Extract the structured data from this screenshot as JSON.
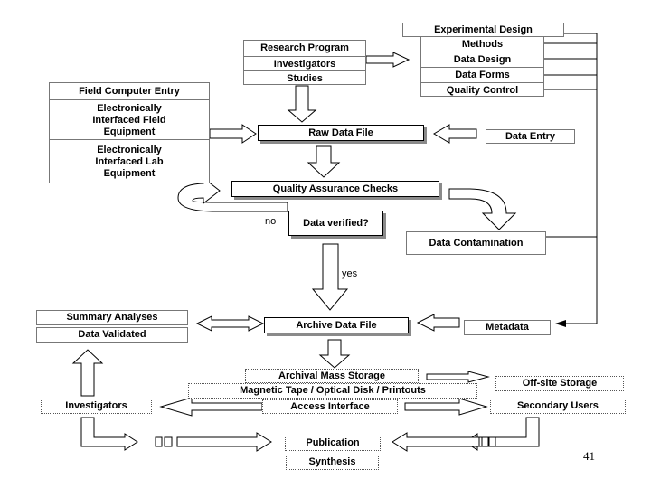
{
  "research": {
    "program": "Research Program",
    "investigators": "Investigators",
    "studies": "Studies"
  },
  "design": {
    "experimental": "Experimental Design",
    "methods": "Methods",
    "data_design": "Data Design",
    "data_forms": "Data Forms",
    "quality_control": "Quality Control"
  },
  "field": {
    "title": "Field Computer Entry",
    "interfaced_field": "Electronically Interfaced Field Equipment",
    "interfaced_lab": "Electronically Interfaced Lab Equipment"
  },
  "raw_data_file": "Raw Data File",
  "data_entry": "Data Entry",
  "qa_checks": "Quality Assurance Checks",
  "no_label": "no",
  "data_verified": "Data verified?",
  "data_contamination": "Data Contamination",
  "yes_label": "yes",
  "summary_analyses": "Summary Analyses",
  "data_validated": "Data Validated",
  "archive_data_file": "Archive Data File",
  "metadata": "Metadata",
  "archival_mass_storage": "Archival Mass Storage",
  "offsite_storage": "Off-site Storage",
  "magnetic_tape": "Magnetic Tape / Optical Disk / Printouts",
  "investigators_bottom": "Investigators",
  "access_interface": "Access Interface",
  "secondary_users": "Secondary Users",
  "publication": "Publication",
  "synthesis": "Synthesis",
  "slide_number": "41"
}
